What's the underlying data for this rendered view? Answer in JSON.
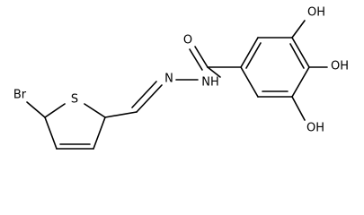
{
  "colors": {
    "background": "#ffffff",
    "ink": "#000000"
  },
  "molecule": {
    "atoms": {
      "br": "Br",
      "s": "S",
      "n1": "N",
      "nh": "NH",
      "o": "O",
      "oh_top": "OH",
      "oh_right": "OH",
      "oh_bottom": "OH"
    }
  }
}
